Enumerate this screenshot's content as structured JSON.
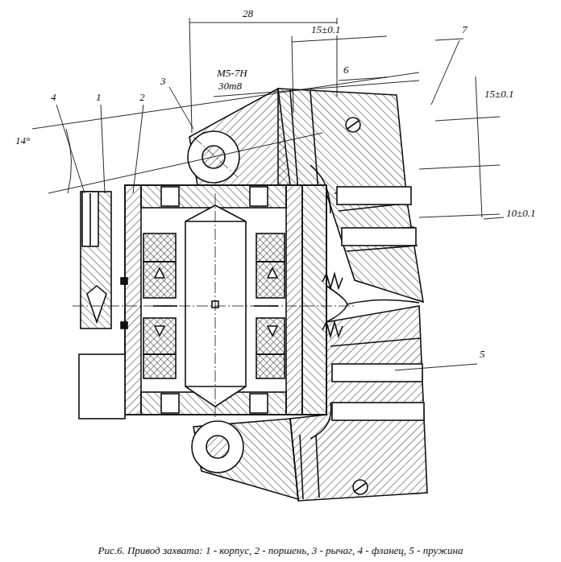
{
  "diagram": {
    "caption": "Рис.6. Привод захвата: 1 - корпус, 2 - поршень, 3 - рычаг, 4 - фланец, 5 - пружина",
    "labels": [
      "28",
      "15±0.1",
      "6",
      "M5-7H",
      "30т8",
      "7",
      "3",
      "4",
      "1",
      "2",
      "14°",
      "15±0.1",
      "10±0.1",
      "5"
    ]
  }
}
